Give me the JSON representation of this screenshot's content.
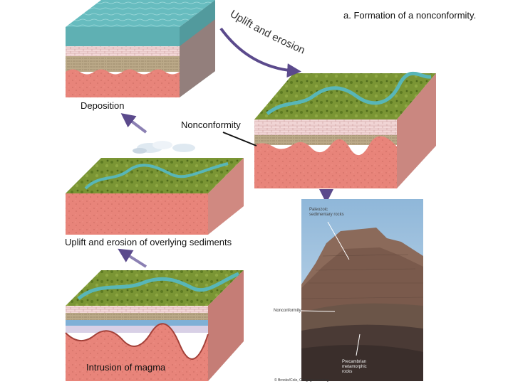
{
  "title": "a. Formation of a nonconformity.",
  "labels": {
    "uplift_erosion": "Uplift and erosion",
    "deposition": "Deposition",
    "nonconformity": "Nonconformity",
    "uplift_overlying": "Uplift and erosion of overlying sediments",
    "intrusion": "Intrusion of magma"
  },
  "photo": {
    "caption_top": "Paleozoic sedimentary rocks",
    "caption_middle": "Nonconformity",
    "caption_bottom": "Precambrian metamorphic rocks",
    "credit": "© Brooks/Cole, Cengage Learning"
  },
  "colors": {
    "water": "#5fb6b8",
    "sandstone": "#f3d6d6",
    "shale": "#b9a98a",
    "granite": "#e8847a",
    "vegetation": "#6d8a2e",
    "arrow": "#5b4a8c"
  }
}
